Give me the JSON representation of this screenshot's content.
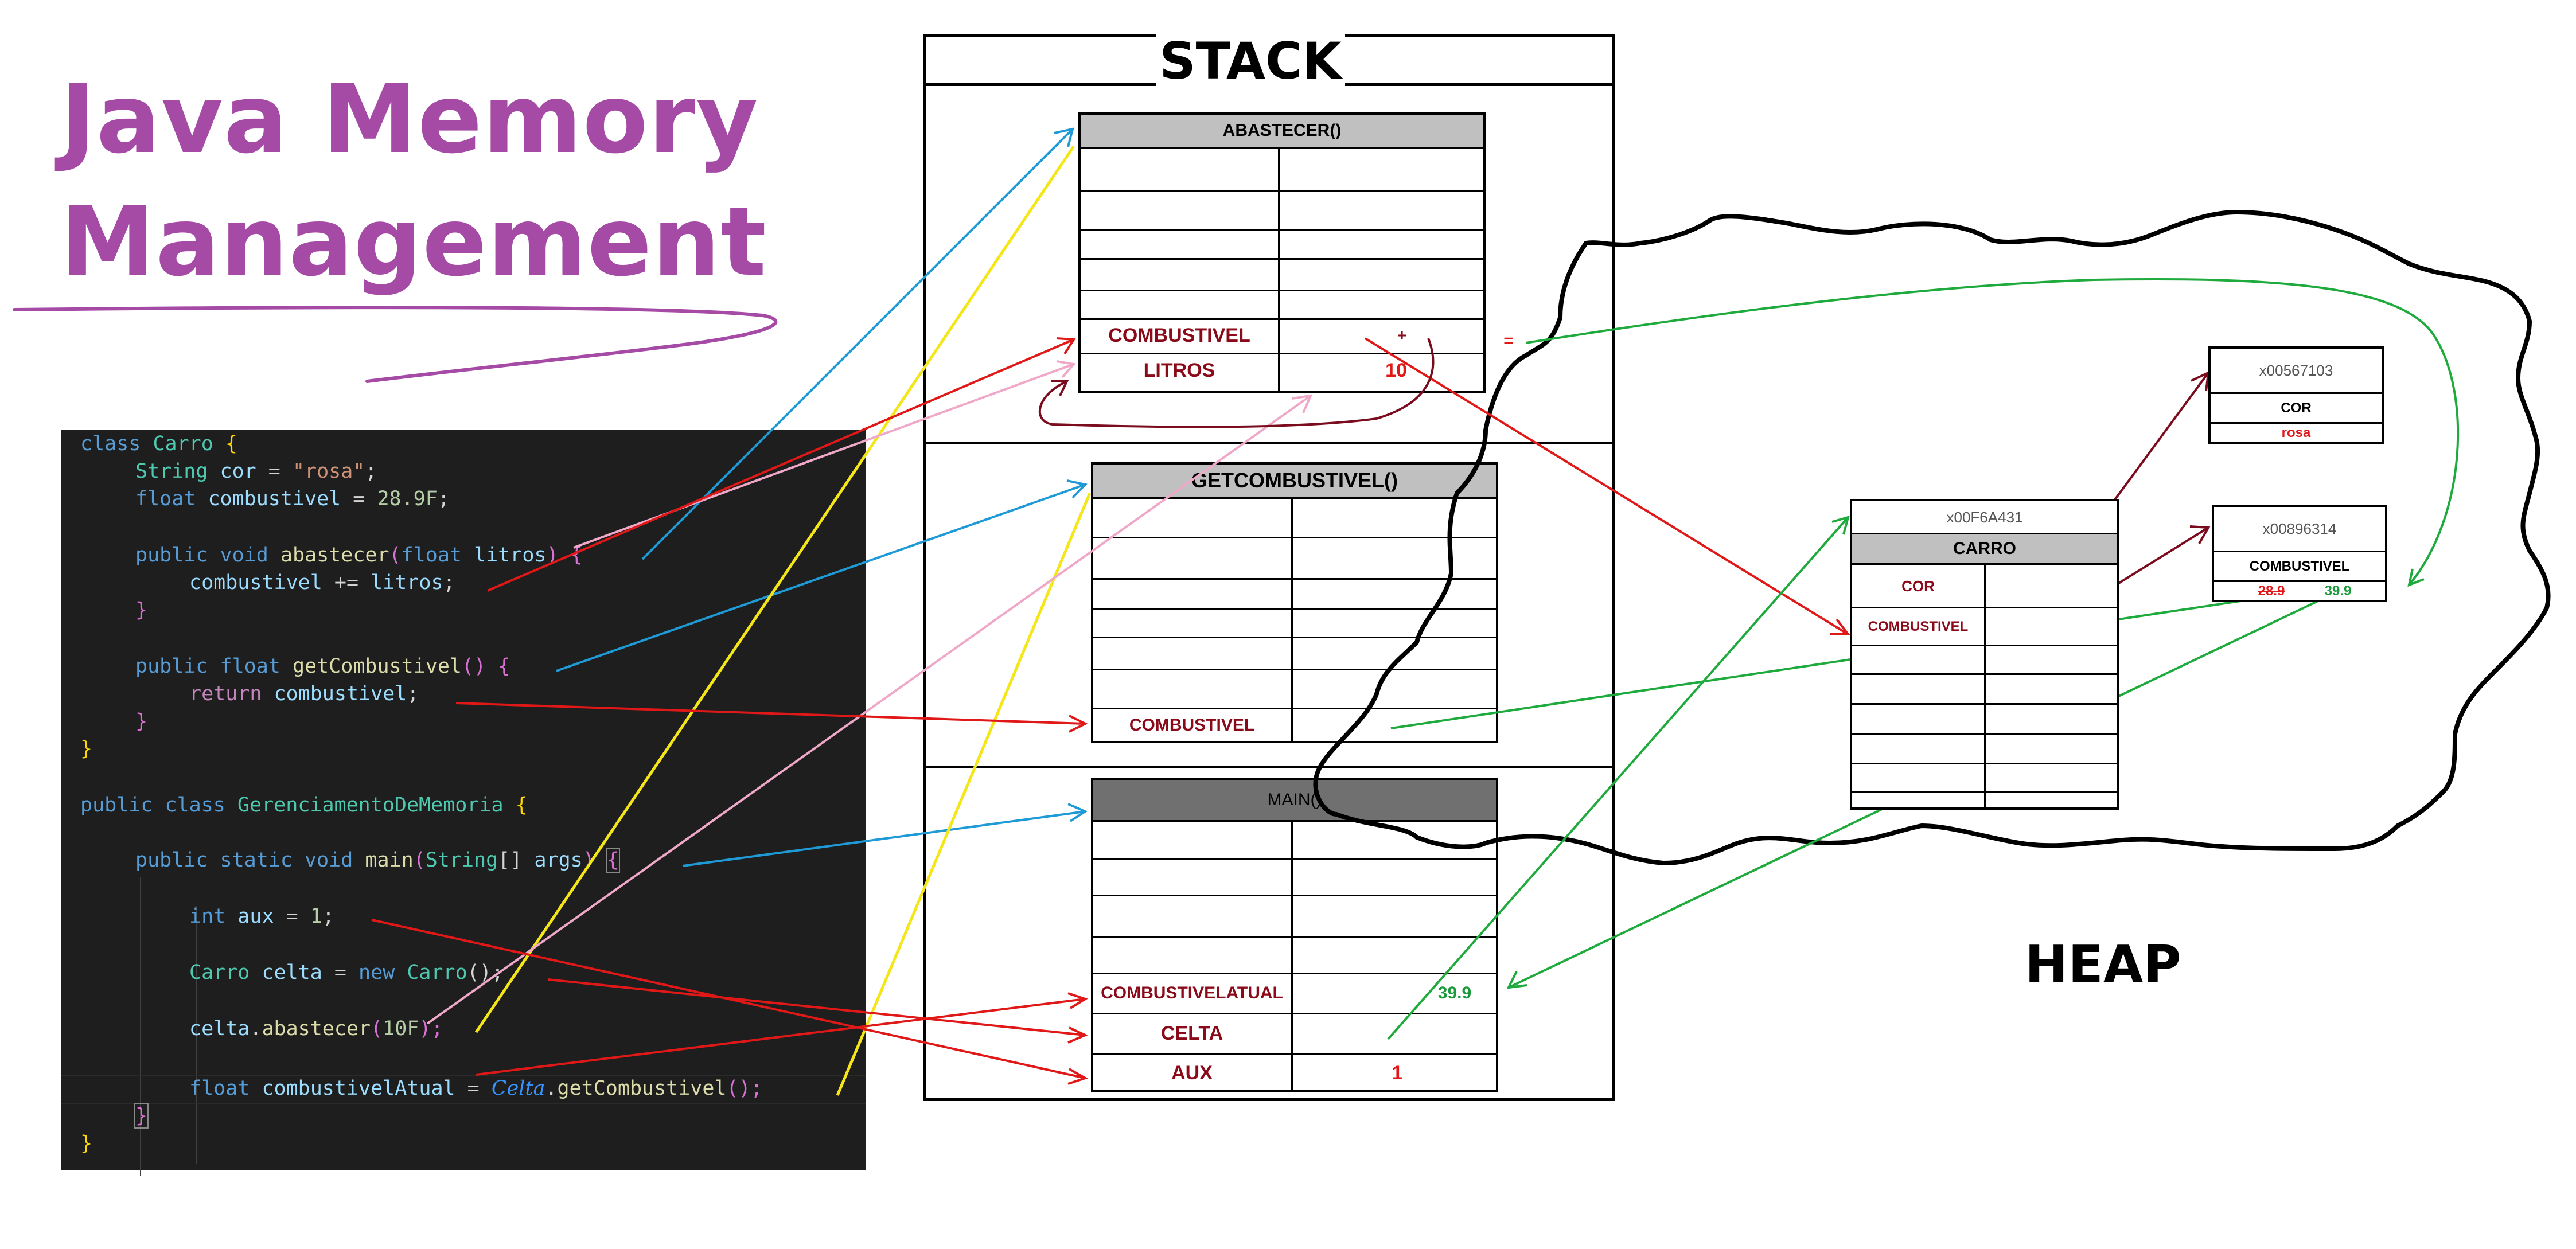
{
  "title": {
    "line1": "Java Memory",
    "line2": "Management"
  },
  "code": {
    "l01": [
      "class",
      " ",
      "Carro",
      " ",
      "{"
    ],
    "l02": [
      "String",
      " ",
      "cor",
      " = ",
      "\"rosa\"",
      ";"
    ],
    "l03": [
      "float",
      " ",
      "combustivel",
      " = ",
      "28.9F",
      ";"
    ],
    "l05": [
      "public",
      " ",
      "void",
      " ",
      "abastecer",
      "(",
      "float",
      " ",
      "litros",
      ") ",
      "{"
    ],
    "l06": [
      "combustivel",
      " += ",
      "litros",
      ";"
    ],
    "l07": [
      "}"
    ],
    "l09": [
      "public",
      " ",
      "float",
      " ",
      "getCombustivel",
      "() ",
      "{"
    ],
    "l10": [
      "return",
      " ",
      "combustivel",
      ";"
    ],
    "l11": [
      "}"
    ],
    "l12": [
      "}"
    ],
    "l14": [
      "public",
      " ",
      "class",
      " ",
      "GerenciamentoDeMemoria",
      " ",
      "{"
    ],
    "l16": [
      "public",
      " ",
      "static",
      " ",
      "void",
      " ",
      "main",
      "(",
      "String",
      "[] ",
      "args",
      ") ",
      "{"
    ],
    "l18": [
      "int",
      " ",
      "aux",
      " = ",
      "1",
      ";"
    ],
    "l20": [
      "Carro",
      " ",
      "celta",
      " = ",
      "new",
      " ",
      "Carro",
      "();"
    ],
    "l22": [
      "celta",
      ".",
      "abastecer",
      "(",
      "10F",
      ");"
    ],
    "l24": [
      "float",
      " ",
      "combustivelAtual",
      " = ",
      "Celta",
      ".",
      "getCombustivel",
      "();"
    ],
    "l25": [
      "}"
    ],
    "l26": [
      "}"
    ]
  },
  "stack": {
    "title": "STACK",
    "abastecer": {
      "header": "ABASTECER()",
      "var1": "COMBUSTIVEL",
      "op_plus": "+",
      "op_eq": "=",
      "var2": "LITROS",
      "var2_value": "10"
    },
    "getcombustivel": {
      "header": "GETCOMBUSTIVEL()",
      "var1": "COMBUSTIVEL"
    },
    "main": {
      "header": "MAIN()",
      "var1": "COMBUSTIVELATUAL",
      "var1_value": "39.9",
      "var2": "CELTA",
      "var3": "AUX",
      "var3_value": "1"
    }
  },
  "heap": {
    "label": "HEAP",
    "carro": {
      "address": "x00F6A431",
      "header": "CARRO",
      "field1": "COR",
      "field2": "COMBUSTIVEL"
    },
    "cor_obj": {
      "address": "x00567103",
      "label": "COR",
      "value": "rosa"
    },
    "comb_obj": {
      "address": "x00896314",
      "label": "COMBUSTIVEL",
      "old_value": "28.9",
      "new_value": "39.9"
    }
  },
  "colors": {
    "title": "#a54aa5",
    "arrow_blue": "#1e9ad6",
    "arrow_yellow": "#f5e61a",
    "arrow_red": "#e01818",
    "arrow_pink": "#f0a8c8",
    "arrow_green": "#1eaa3c",
    "arrow_darkred": "#7a0c1e"
  }
}
